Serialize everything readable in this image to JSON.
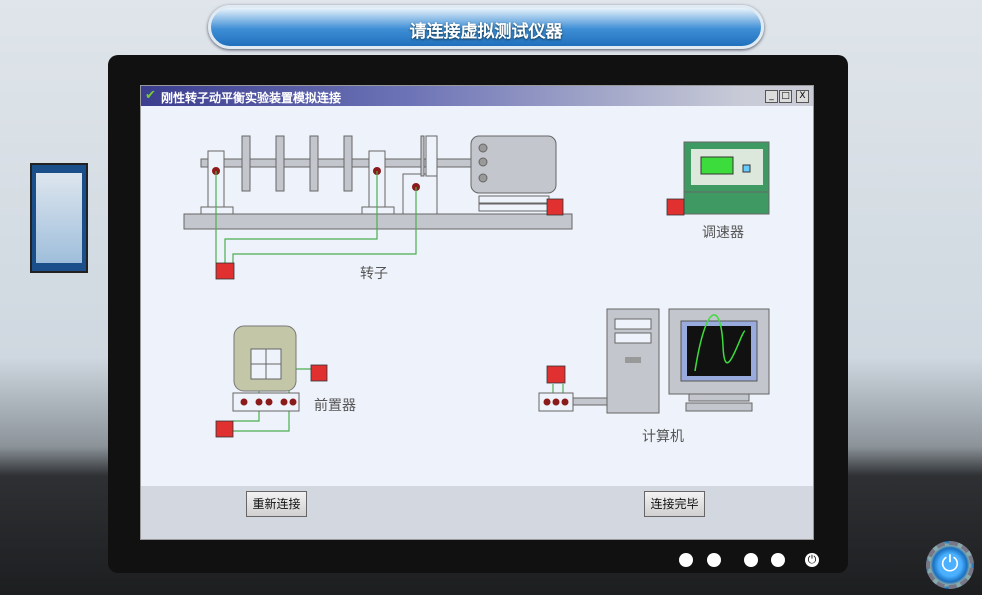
{
  "banner": {
    "title": "请连接虚拟测试仪器"
  },
  "window": {
    "title": "刚性转子动平衡实验装置模拟连接",
    "minimize": "_",
    "maximize": "□",
    "close": "X"
  },
  "labels": {
    "rotor": "转子",
    "governor": "调速器",
    "preamp": "前置器",
    "computer": "计算机"
  },
  "buttons": {
    "reconnect": "重新连接",
    "finish": "连接完毕"
  },
  "colors": {
    "port": "#e03030",
    "wire": "#4caf50",
    "device": "#c3c6cc"
  }
}
